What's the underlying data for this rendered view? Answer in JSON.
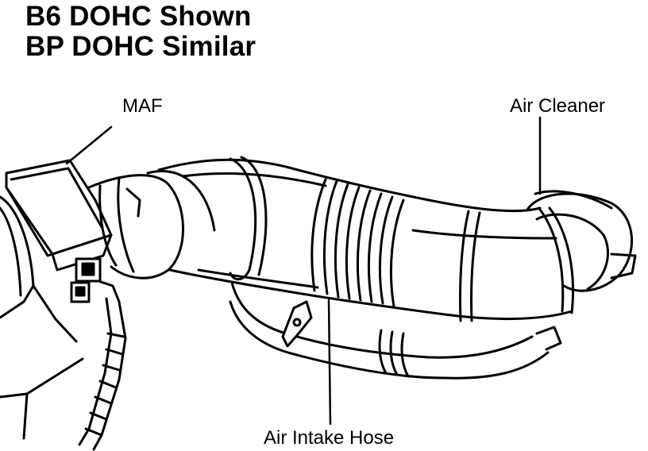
{
  "title": {
    "line1": "B6 DOHC Shown",
    "line2": "BP DOHC Similar"
  },
  "labels": {
    "maf": "MAF",
    "air_cleaner": "Air Cleaner",
    "air_intake_hose": "Air Intake Hose"
  },
  "colors": {
    "ink": "#000000",
    "paper": "#ffffff"
  }
}
